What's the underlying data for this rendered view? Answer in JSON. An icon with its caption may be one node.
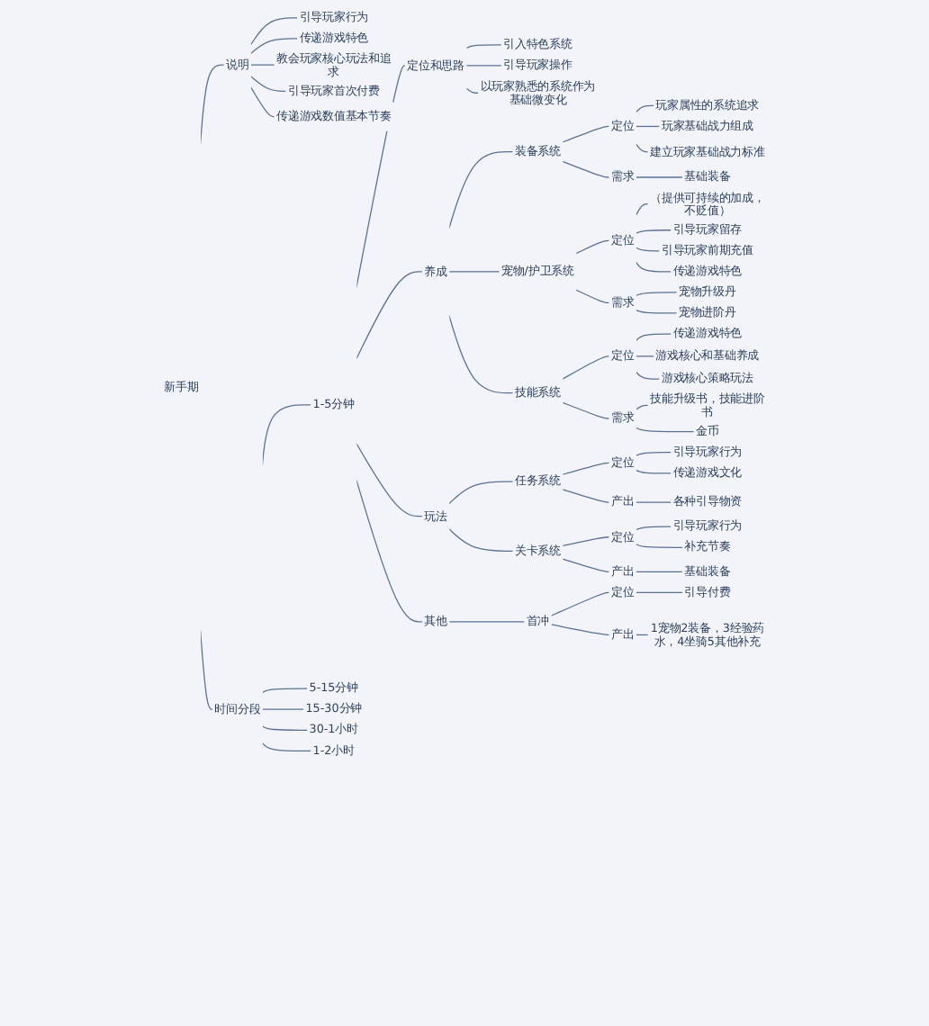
{
  "diagram": {
    "nodes": [
      {
        "text": [
          "新手期"
        ]
      },
      {
        "text": [
          "说明"
        ]
      },
      {
        "text": [
          "引导玩家行为"
        ]
      },
      {
        "text": [
          "传递游戏特色"
        ]
      },
      {
        "text": [
          "教会玩家核心玩法和追求"
        ]
      },
      {
        "text": [
          "引导玩家首次付费"
        ]
      },
      {
        "text": [
          "传递游戏数值基本节奏"
        ]
      },
      {
        "text": [
          "时间分段"
        ]
      },
      {
        "text": [
          "1-5分钟"
        ]
      },
      {
        "text": [
          "定位和思路"
        ]
      },
      {
        "text": [
          "引入特色系统"
        ]
      },
      {
        "text": [
          "引导玩家操作"
        ]
      },
      {
        "text": [
          "以玩家熟悉的系统作为基础微变化"
        ]
      },
      {
        "text": [
          "养成"
        ]
      },
      {
        "text": [
          "装备系统"
        ]
      },
      {
        "text": [
          "定位"
        ]
      },
      {
        "text": [
          "玩家属性的系统追求"
        ]
      },
      {
        "text": [
          "玩家基础战力组成"
        ]
      },
      {
        "text": [
          "建立玩家基础战力标准"
        ]
      },
      {
        "text": [
          "需求"
        ]
      },
      {
        "text": [
          "基础装备"
        ]
      },
      {
        "text": [
          "宠物/护卫系统"
        ]
      },
      {
        "text": [
          "定位"
        ]
      },
      {
        "text": [
          "（提供可持续的加成，不贬值）"
        ]
      },
      {
        "text": [
          "引导玩家留存"
        ]
      },
      {
        "text": [
          "引导玩家前期充值"
        ]
      },
      {
        "text": [
          "传递游戏特色"
        ]
      },
      {
        "text": [
          "需求"
        ]
      },
      {
        "text": [
          "宠物升级丹"
        ]
      },
      {
        "text": [
          "宠物进阶丹"
        ]
      },
      {
        "text": [
          "技能系统"
        ]
      },
      {
        "text": [
          "定位"
        ]
      },
      {
        "text": [
          "传递游戏特色"
        ]
      },
      {
        "text": [
          "游戏核心和基础养成"
        ]
      },
      {
        "text": [
          "游戏核心策略玩法"
        ]
      },
      {
        "text": [
          "需求"
        ]
      },
      {
        "text": [
          "技能升级书，技能进阶书"
        ]
      },
      {
        "text": [
          "金币"
        ]
      },
      {
        "text": [
          "玩法"
        ]
      },
      {
        "text": [
          "任务系统"
        ]
      },
      {
        "text": [
          "定位"
        ]
      },
      {
        "text": [
          "引导玩家行为"
        ]
      },
      {
        "text": [
          "传递游戏文化"
        ]
      },
      {
        "text": [
          "产出"
        ]
      },
      {
        "text": [
          "各种引导物资"
        ]
      },
      {
        "text": [
          "关卡系统"
        ]
      },
      {
        "text": [
          "定位"
        ]
      },
      {
        "text": [
          "引导玩家行为"
        ]
      },
      {
        "text": [
          "补充节奏"
        ]
      },
      {
        "text": [
          "产出"
        ]
      },
      {
        "text": [
          "基础装备"
        ]
      },
      {
        "text": [
          "其他"
        ]
      },
      {
        "text": [
          "首冲"
        ]
      },
      {
        "text": [
          "定位"
        ]
      },
      {
        "text": [
          "引导付费"
        ]
      },
      {
        "text": [
          "产出"
        ]
      },
      {
        "text": [
          "1宠物2装备，3经验药水，4坐骑5其他补充"
        ]
      },
      {
        "text": [
          "5-15分钟"
        ]
      },
      {
        "text": [
          "15-30分钟"
        ]
      },
      {
        "text": [
          "30-1小时"
        ]
      },
      {
        "text": [
          "1-2小时"
        ]
      }
    ],
    "edges": [
      {
        "from": 0,
        "to": 1,
        "arrow": "none"
      },
      {
        "from": 1,
        "to": 2,
        "arrow": "none"
      },
      {
        "from": 1,
        "to": 3,
        "arrow": "none"
      },
      {
        "from": 1,
        "to": 4,
        "arrow": "none"
      },
      {
        "from": 1,
        "to": 5,
        "arrow": "none"
      },
      {
        "from": 1,
        "to": 6,
        "arrow": "none"
      },
      {
        "from": 0,
        "to": 7,
        "arrow": "none"
      },
      {
        "from": 7,
        "to": 8,
        "arrow": "none"
      },
      {
        "from": 8,
        "to": 9,
        "arrow": "none"
      },
      {
        "from": 9,
        "to": 10,
        "arrow": "none"
      },
      {
        "from": 9,
        "to": 11,
        "arrow": "none"
      },
      {
        "from": 9,
        "to": 12,
        "arrow": "none"
      },
      {
        "from": 8,
        "to": 13,
        "arrow": "none"
      },
      {
        "from": 13,
        "to": 14,
        "arrow": "none"
      },
      {
        "from": 14,
        "to": 15,
        "arrow": "none"
      },
      {
        "from": 15,
        "to": 16,
        "arrow": "none"
      },
      {
        "from": 15,
        "to": 17,
        "arrow": "none"
      },
      {
        "from": 15,
        "to": 18,
        "arrow": "none"
      },
      {
        "from": 14,
        "to": 19,
        "arrow": "none"
      },
      {
        "from": 19,
        "to": 20,
        "arrow": "none"
      },
      {
        "from": 13,
        "to": 21,
        "arrow": "none"
      },
      {
        "from": 21,
        "to": 22,
        "arrow": "none"
      },
      {
        "from": 22,
        "to": 23,
        "arrow": "none"
      },
      {
        "from": 22,
        "to": 24,
        "arrow": "none"
      },
      {
        "from": 22,
        "to": 25,
        "arrow": "none"
      },
      {
        "from": 22,
        "to": 26,
        "arrow": "none"
      },
      {
        "from": 21,
        "to": 27,
        "arrow": "none"
      },
      {
        "from": 27,
        "to": 28,
        "arrow": "none"
      },
      {
        "from": 27,
        "to": 29,
        "arrow": "none"
      },
      {
        "from": 13,
        "to": 30,
        "arrow": "none"
      },
      {
        "from": 30,
        "to": 31,
        "arrow": "none"
      },
      {
        "from": 31,
        "to": 32,
        "arrow": "none"
      },
      {
        "from": 31,
        "to": 33,
        "arrow": "none"
      },
      {
        "from": 31,
        "to": 34,
        "arrow": "none"
      },
      {
        "from": 30,
        "to": 35,
        "arrow": "none"
      },
      {
        "from": 35,
        "to": 36,
        "arrow": "none"
      },
      {
        "from": 35,
        "to": 37,
        "arrow": "none"
      },
      {
        "from": 8,
        "to": 38,
        "arrow": "none"
      },
      {
        "from": 38,
        "to": 39,
        "arrow": "none"
      },
      {
        "from": 39,
        "to": 40,
        "arrow": "none"
      },
      {
        "from": 40,
        "to": 41,
        "arrow": "none"
      },
      {
        "from": 40,
        "to": 42,
        "arrow": "none"
      },
      {
        "from": 39,
        "to": 43,
        "arrow": "none"
      },
      {
        "from": 43,
        "to": 44,
        "arrow": "none"
      },
      {
        "from": 38,
        "to": 45,
        "arrow": "none"
      },
      {
        "from": 45,
        "to": 46,
        "arrow": "none"
      },
      {
        "from": 46,
        "to": 47,
        "arrow": "none"
      },
      {
        "from": 46,
        "to": 48,
        "arrow": "none"
      },
      {
        "from": 45,
        "to": 49,
        "arrow": "none"
      },
      {
        "from": 49,
        "to": 50,
        "arrow": "none"
      },
      {
        "from": 8,
        "to": 51,
        "arrow": "none"
      },
      {
        "from": 51,
        "to": 52,
        "arrow": "none"
      },
      {
        "from": 52,
        "to": 53,
        "arrow": "none"
      },
      {
        "from": 53,
        "to": 54,
        "arrow": "none"
      },
      {
        "from": 52,
        "to": 55,
        "arrow": "none"
      },
      {
        "from": 55,
        "to": 56,
        "arrow": "none"
      },
      {
        "from": 7,
        "to": 57,
        "arrow": "none"
      },
      {
        "from": 7,
        "to": 58,
        "arrow": "none"
      },
      {
        "from": 7,
        "to": 59,
        "arrow": "none"
      },
      {
        "from": 7,
        "to": 60,
        "arrow": "none"
      }
    ]
  }
}
